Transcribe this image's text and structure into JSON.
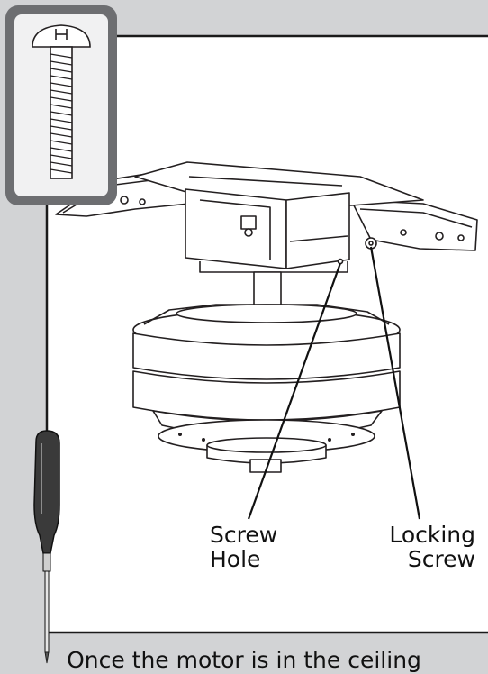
{
  "labels": {
    "screw_hole": [
      "Screw",
      "Hole"
    ],
    "locking_screw": [
      "Locking",
      "Screw"
    ]
  },
  "caption": "Once the motor is in the ceiling",
  "colors": {
    "background": "#d2d3d5",
    "panel": "#ffffff",
    "panel_border": "#1a1a1a",
    "callout_border": "#6d6e71",
    "callout_fill": "#f1f1f2",
    "line_art": "#231f20",
    "screwdriver_handle": "#3a3a3a"
  },
  "icons": [
    "screw-icon",
    "screwdriver-icon",
    "ceiling-fan-motor-icon"
  ]
}
